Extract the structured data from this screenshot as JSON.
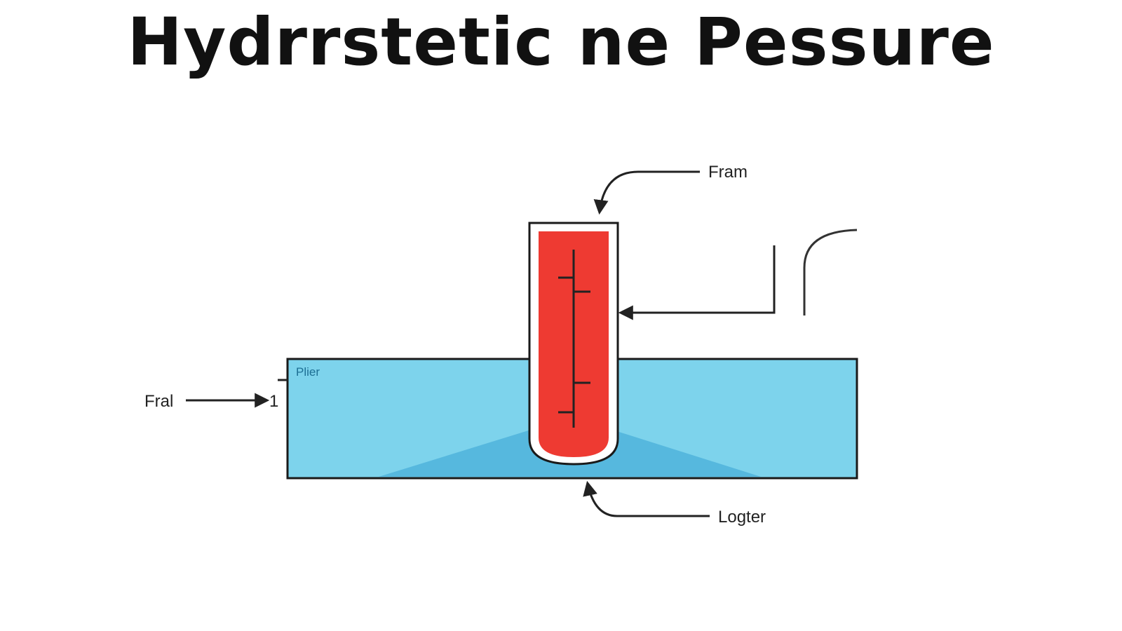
{
  "title": "Hydrrstetic ne Pessure",
  "labels": {
    "top": "Fram",
    "left": "Fral",
    "left_marker": "1",
    "tank": "Plier",
    "bottom": "Logter"
  },
  "colors": {
    "water": "#7dd3ec",
    "water_deep": "#4fb3dc",
    "tube_fill": "#ee3a32",
    "stroke": "#222222"
  },
  "icons": {
    "arrow": "arrow-icon"
  }
}
